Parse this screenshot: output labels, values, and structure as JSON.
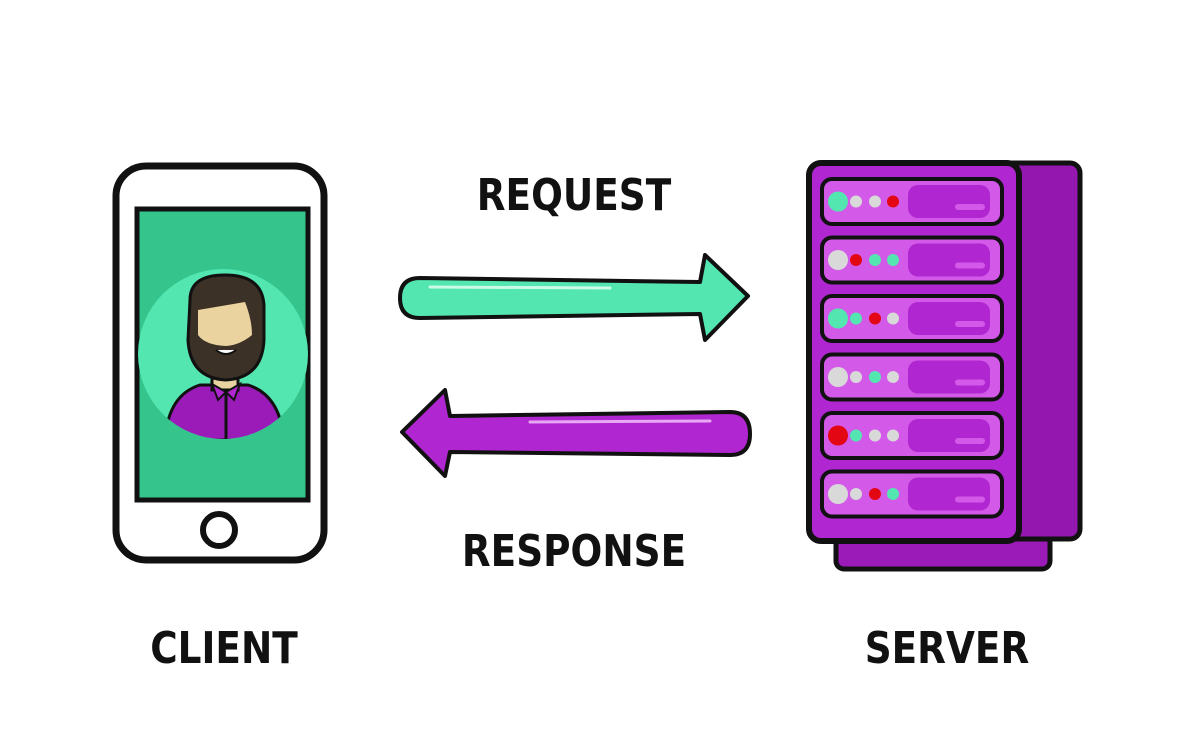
{
  "labels": {
    "request": "REQUEST",
    "response": "RESPONSE",
    "client": "CLIENT",
    "server": "SERVER"
  },
  "colors": {
    "green": "#53e6b0",
    "screen_green": "#35c48c",
    "purple": "#b026d0",
    "purple_dark": "#9417b0",
    "led_red": "#e30613",
    "led_gray": "#d9d9d9"
  },
  "server_rack_leds": [
    [
      "green",
      "gray",
      "gray",
      "red"
    ],
    [
      "gray",
      "red",
      "green",
      "green"
    ],
    [
      "green",
      "green",
      "red",
      "gray"
    ],
    [
      "gray",
      "gray",
      "green",
      "gray"
    ],
    [
      "red",
      "green",
      "gray",
      "gray"
    ],
    [
      "gray",
      "gray",
      "red",
      "green"
    ]
  ]
}
